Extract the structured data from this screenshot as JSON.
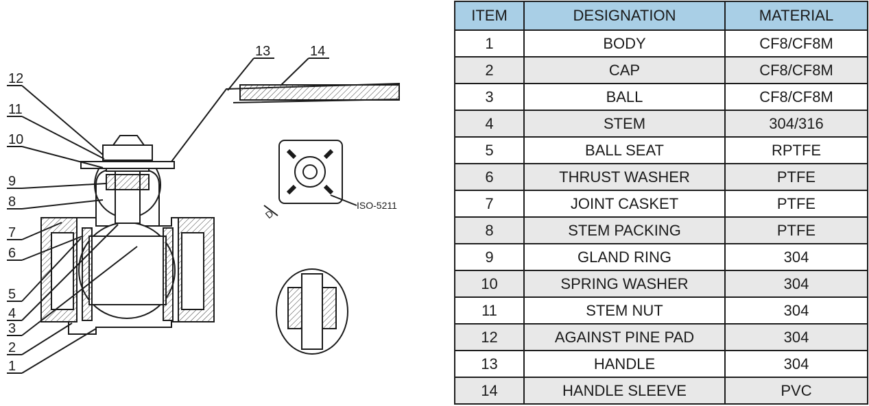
{
  "drawing": {
    "callouts": [
      "1",
      "2",
      "3",
      "4",
      "5",
      "6",
      "7",
      "8",
      "9",
      "10",
      "11",
      "12",
      "13",
      "14"
    ],
    "iso_label": "ISO-5211",
    "dimension_label": "D"
  },
  "table": {
    "headers": {
      "item": "ITEM",
      "designation": "DESIGNATION",
      "material": "MATERIAL"
    },
    "rows": [
      {
        "item": "1",
        "designation": "BODY",
        "material": "CF8/CF8M"
      },
      {
        "item": "2",
        "designation": "CAP",
        "material": "CF8/CF8M"
      },
      {
        "item": "3",
        "designation": "BALL",
        "material": "CF8/CF8M"
      },
      {
        "item": "4",
        "designation": "STEM",
        "material": "304/316"
      },
      {
        "item": "5",
        "designation": "BALL SEAT",
        "material": "RPTFE"
      },
      {
        "item": "6",
        "designation": "THRUST WASHER",
        "material": "PTFE"
      },
      {
        "item": "7",
        "designation": "JOINT CASKET",
        "material": "PTFE"
      },
      {
        "item": "8",
        "designation": "STEM PACKING",
        "material": "PTFE"
      },
      {
        "item": "9",
        "designation": "GLAND RING",
        "material": "304"
      },
      {
        "item": "10",
        "designation": "SPRING WASHER",
        "material": "304"
      },
      {
        "item": "11",
        "designation": "STEM NUT",
        "material": "304"
      },
      {
        "item": "12",
        "designation": "AGAINST PINE PAD",
        "material": "304"
      },
      {
        "item": "13",
        "designation": "HANDLE",
        "material": "304"
      },
      {
        "item": "14",
        "designation": "HANDLE SLEEVE",
        "material": "PVC"
      }
    ]
  }
}
